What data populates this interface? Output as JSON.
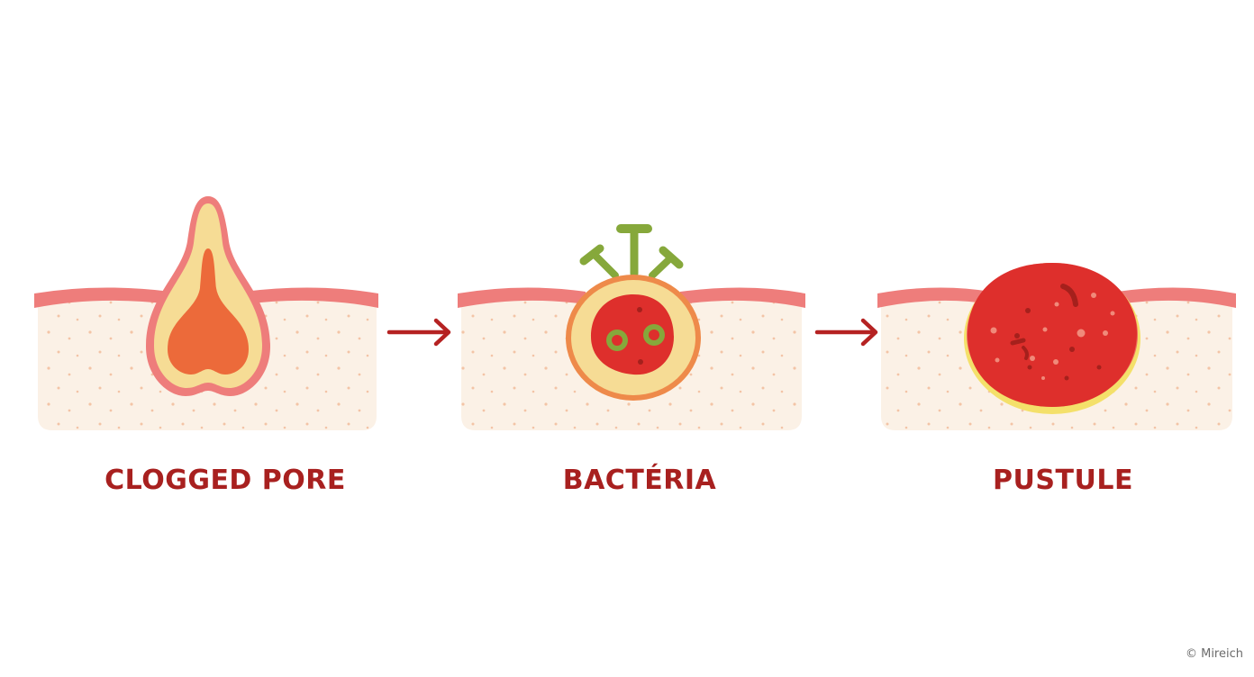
{
  "stages": [
    {
      "label": "CLOGGED PORE"
    },
    {
      "label": "BACTÉRIA"
    },
    {
      "label": "PUSTULE"
    }
  ],
  "credit": "© Mireich",
  "colors": {
    "label": "#a8201f",
    "arrow": "#b52222",
    "skin_surface": "#ee7d7b",
    "dermis": "#fbf1e6",
    "sebum_rim": "#f6dc95",
    "core": "#ec6a3a",
    "inflamed": "#de2f2c",
    "bacteria": "#86a83b"
  }
}
